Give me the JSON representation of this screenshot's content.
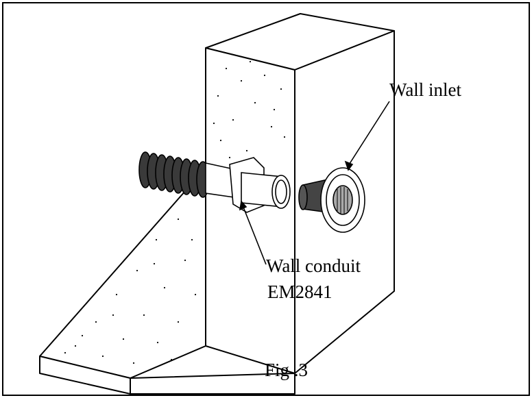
{
  "figure": {
    "caption": "Fig .3",
    "labels": {
      "wall_inlet": "Wall inlet",
      "wall_conduit_line1": "Wall conduit",
      "wall_conduit_line2": "EM2841"
    }
  },
  "colors": {
    "stroke": "#000000",
    "background": "#ffffff",
    "ring_shade": "#3a3a3a"
  }
}
